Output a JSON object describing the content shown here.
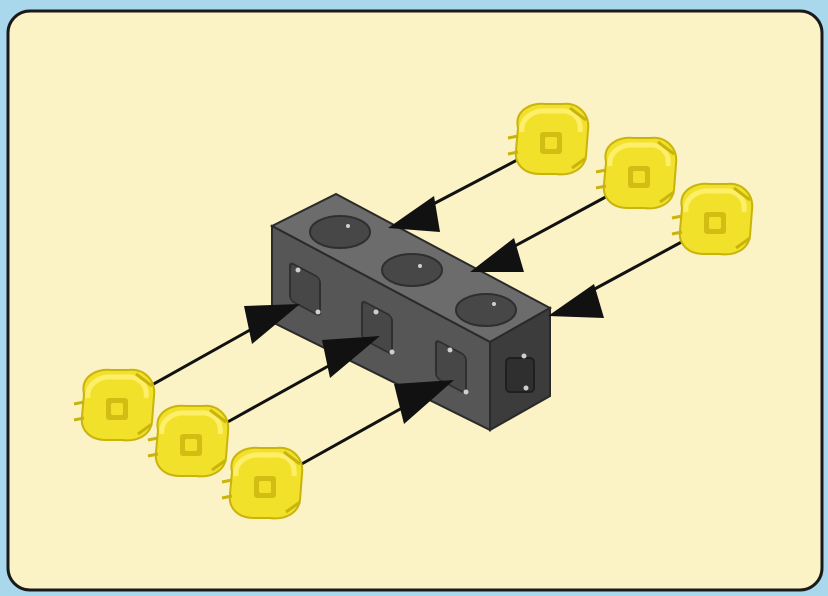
{
  "colors": {
    "outer_border": "#a9d7ec",
    "panel_fill": "#fbf3c5",
    "panel_edge": "#1a1a1a",
    "block_top": "#6c6c6c",
    "block_front": "#565656",
    "block_side": "#3c3c3c",
    "block_edge": "#2a2a2a",
    "hole": "#474747",
    "hole_dark": "#2f2f2f",
    "peg_yellow": "#f2e12a",
    "peg_shade": "#c9b40c",
    "peg_light": "#fff27a",
    "arrow": "#111111"
  },
  "icons": {
    "block": "connector-block-icon",
    "peg": "peg-connector-icon",
    "arrow": "insert-arrow-icon"
  },
  "pegs": [
    {
      "id": "upper-1",
      "side": "upper"
    },
    {
      "id": "upper-2",
      "side": "upper"
    },
    {
      "id": "upper-3",
      "side": "upper"
    },
    {
      "id": "lower-1",
      "side": "lower"
    },
    {
      "id": "lower-2",
      "side": "lower"
    },
    {
      "id": "lower-3",
      "side": "lower"
    }
  ]
}
